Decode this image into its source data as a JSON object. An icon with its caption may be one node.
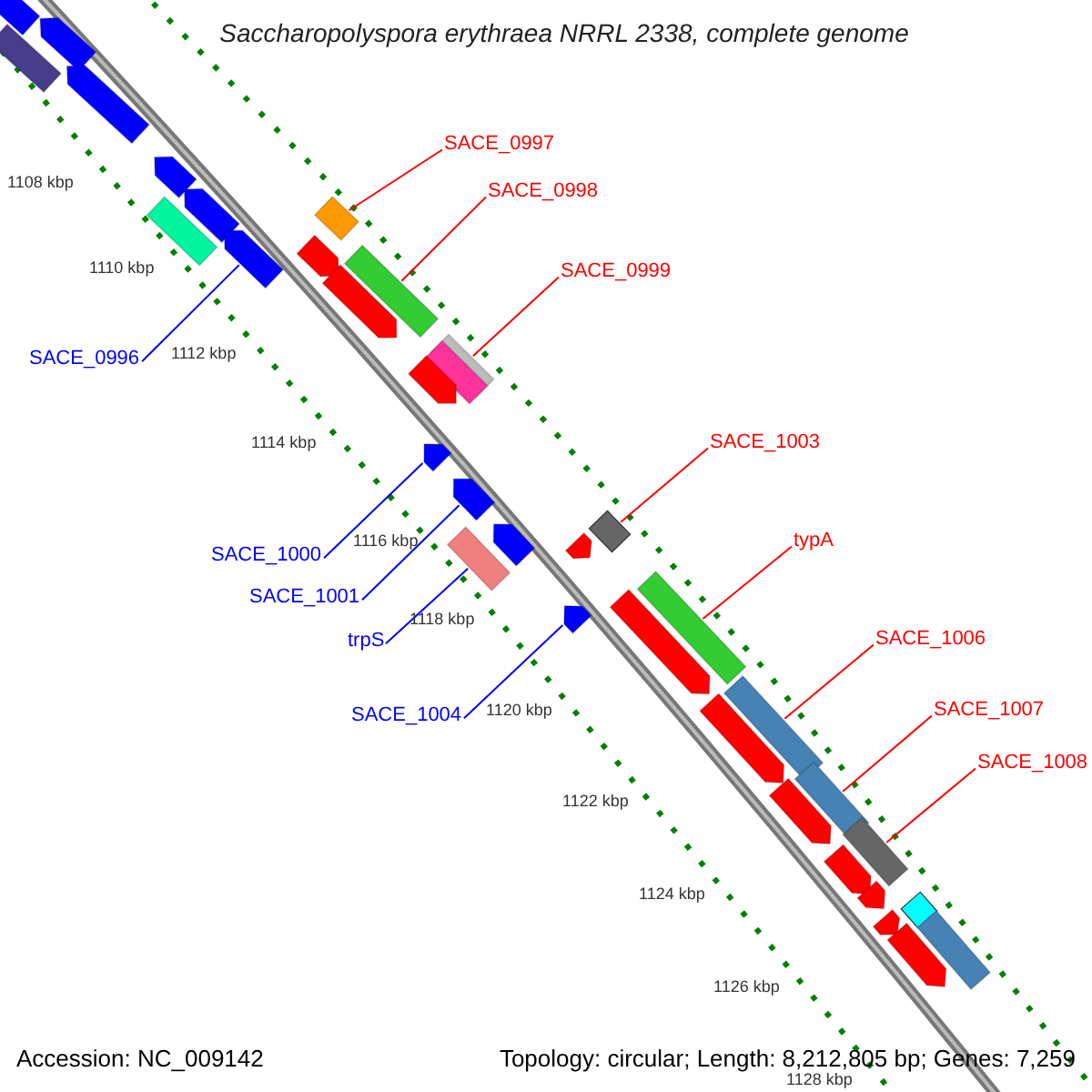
{
  "diagram": {
    "title": "Saccharopolyspora erythraea NRRL 2338, complete genome",
    "nodes": [
      {
        "text": [
          "SACE_0997"
        ]
      },
      {
        "text": [
          "SACE_0998"
        ]
      },
      {
        "text": [
          "SACE_0996"
        ]
      },
      {
        "text": [
          "SACE_0999"
        ]
      },
      {
        "text": [
          "SACE_1003"
        ]
      },
      {
        "text": [
          "SACE_1000"
        ]
      },
      {
        "text": [
          "typA"
        ]
      },
      {
        "text": [
          "SACE_1001"
        ]
      },
      {
        "text": [
          "trpS"
        ]
      },
      {
        "text": [
          "SACE_1006"
        ]
      },
      {
        "text": [
          "SACE_1004"
        ]
      },
      {
        "text": [
          "SACE_1007"
        ]
      },
      {
        "text": [
          "SACE_1008"
        ]
      },
      {
        "text": [],
        "shape": "arrow"
      },
      {
        "text": [],
        "shape": "arrow"
      },
      {
        "text": [],
        "shape": "bar"
      },
      {
        "text": [],
        "shape": "arrow"
      },
      {
        "text": [],
        "shape": "arrow"
      },
      {
        "text": [],
        "shape": "arrow"
      },
      {
        "text": [],
        "shape": "bar"
      },
      {
        "text": [],
        "shape": "bar"
      },
      {
        "text": [],
        "shape": "arrow"
      },
      {
        "text": [],
        "shape": "arrow"
      },
      {
        "text": [],
        "shape": "bar"
      },
      {
        "text": [],
        "shape": "arrow"
      },
      {
        "text": [],
        "shape": "bar"
      },
      {
        "text": [],
        "shape": "arrow"
      },
      {
        "text": [],
        "shape": "arrow"
      },
      {
        "text": [],
        "shape": "arrow"
      },
      {
        "text": [],
        "shape": "box"
      },
      {
        "text": [],
        "shape": "arrow"
      },
      {
        "text": [],
        "shape": "arrow"
      },
      {
        "text": [],
        "shape": "bar"
      },
      {
        "text": [],
        "shape": "arrow"
      },
      {
        "text": [],
        "shape": "bar"
      },
      {
        "text": [],
        "shape": "arrow"
      },
      {
        "text": [],
        "shape": "bar"
      },
      {
        "text": [],
        "shape": "arrow"
      },
      {
        "text": [],
        "shape": "bar"
      },
      {
        "text": [],
        "shape": "arrow"
      },
      {
        "text": [],
        "shape": "bar"
      },
      {
        "text": [],
        "shape": "arrow"
      },
      {
        "text": [],
        "shape": "arrow"
      },
      {
        "text": [],
        "shape": "box"
      },
      {
        "text": [],
        "shape": "arrow"
      },
      {
        "text": [],
        "shape": "bar"
      },
      {
        "text": [],
        "shape": "arrow"
      }
    ],
    "edges": [
      {
        "from": 0,
        "to": 19,
        "arrow": "none"
      },
      {
        "from": 1,
        "to": 23,
        "arrow": "none"
      },
      {
        "from": 2,
        "to": 21,
        "arrow": "none",
        "color": "#0000ff"
      },
      {
        "from": 3,
        "to": 25,
        "arrow": "none"
      },
      {
        "from": 4,
        "to": 29,
        "arrow": "none"
      },
      {
        "from": 5,
        "to": 27,
        "arrow": "none",
        "color": "#0000ff"
      },
      {
        "from": 6,
        "to": 34,
        "arrow": "none"
      },
      {
        "from": 7,
        "to": 28,
        "arrow": "none",
        "color": "#0000ff"
      },
      {
        "from": 8,
        "to": 32,
        "arrow": "none",
        "color": "#0000ff"
      },
      {
        "from": 9,
        "to": 36,
        "arrow": "none"
      },
      {
        "from": 10,
        "to": 33,
        "arrow": "none",
        "color": "#0000ff"
      },
      {
        "from": 11,
        "to": 38,
        "arrow": "none"
      },
      {
        "from": 12,
        "to": 40,
        "arrow": "none"
      }
    ],
    "labels": [
      "1108 kbp",
      "1110 kbp",
      "1112 kbp",
      "1114 kbp",
      "1116 kbp",
      "1118 kbp",
      "1120 kbp",
      "1122 kbp",
      "1124 kbp",
      "1126 kbp",
      "1128 kbp",
      "Accession: NC_009142",
      "Topology: circular; Length: 8,212,805 bp; Genes: 7,259"
    ]
  }
}
